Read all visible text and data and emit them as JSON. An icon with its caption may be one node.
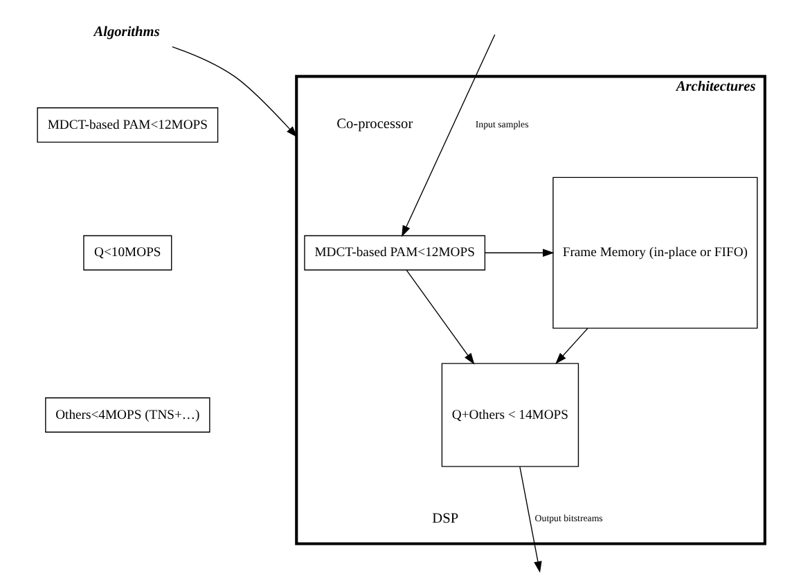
{
  "diagram": {
    "nodes": [
      {
        "text": [
          "Algorithms"
        ]
      },
      {
        "text": [
          "MDCT-based PAM<12MOPS"
        ]
      },
      {
        "text": [
          "Q<10MOPS"
        ]
      },
      {
        "text": [
          "Others<4MOPS (TNS+…)"
        ]
      },
      {
        "text": [
          "Architectures"
        ]
      },
      {
        "text": [
          "MDCT-based PAM<12MOPS"
        ],
        "in": 4
      },
      {
        "text": [
          "Q+Others < 14MOPS"
        ],
        "in": 4
      },
      {
        "text": [
          "Frame Memory (in-place or FIFO)"
        ],
        "in": 4
      }
    ],
    "edges": [
      {
        "from": 0,
        "to": 4,
        "arrow": "to"
      },
      {
        "from": null,
        "to": 5,
        "arrow": "to",
        "label": "Input samples"
      },
      {
        "from": 5,
        "to": 7,
        "arrow": "to"
      },
      {
        "from": 7,
        "to": 6,
        "arrow": "to"
      },
      {
        "from": 5,
        "to": 6,
        "arrow": "to"
      },
      {
        "from": 6,
        "to": null,
        "arrow": "to",
        "label": "Output bitstreams"
      }
    ],
    "labels": [
      "Co-processor",
      "DSP"
    ]
  }
}
